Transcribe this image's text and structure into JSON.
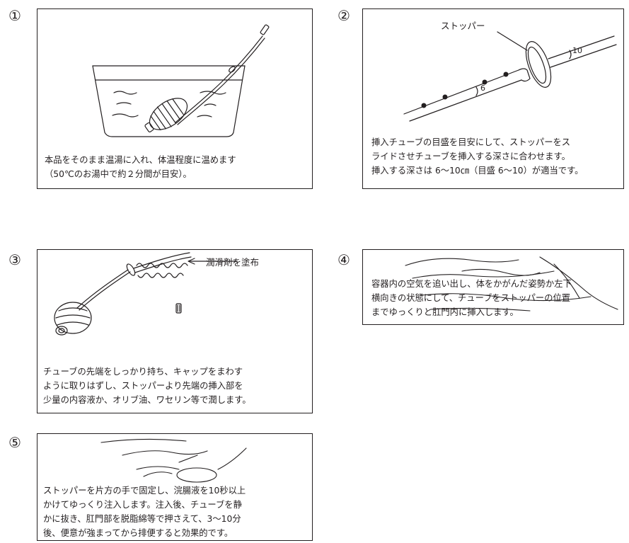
{
  "steps": [
    {
      "number": "①",
      "caption": "本品をそのまま温湯に入れ、体温程度に温めます\n（50℃のお湯中で約２分間が目安）。",
      "labels": []
    },
    {
      "number": "②",
      "caption": "挿入チューブの目盛を目安にして、ストッパーをス\nライドさせチューブを挿入する深さに合わせます。\n挿入する深さは 6〜10㎝（目盛 6〜10）が適当です。",
      "labels": [
        "ストッパー",
        "6",
        "10"
      ]
    },
    {
      "number": "③",
      "caption": "チューブの先端をしっかり持ち、キャップをまわす\nように取りはずし、ストッパーより先端の挿入部を\n少量の内容液か、オリブ油、ワセリン等で潤します。",
      "labels": [
        "潤滑剤を塗布"
      ]
    },
    {
      "number": "④",
      "caption": "容器内の空気を追い出し、体をかがんだ姿勢か左下\n横向きの状態にして、チューブをストッパーの位置\nまでゆっくりと肛門内に挿入します。",
      "labels": []
    },
    {
      "number": "⑤",
      "caption": "ストッパーを片方の手で固定し、浣腸液を10秒以上\nかけてゆっくり注入します。注入後、チューブを静\nかに抜き、肛門部を脱脂綿等で押さえて、3〜10分\n後、便意が強まってから排便すると効果的です。",
      "labels": []
    }
  ],
  "colors": {
    "line": "#231f20",
    "background": "#ffffff"
  }
}
